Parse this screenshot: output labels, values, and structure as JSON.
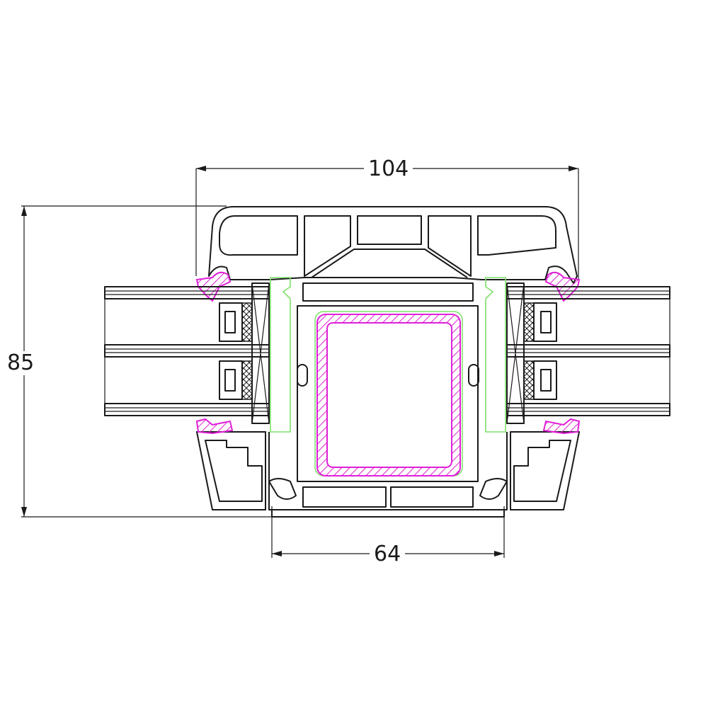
{
  "dimensions": {
    "width_total": "104",
    "height_total": "85",
    "width_core": "64"
  },
  "colors": {
    "outline": "#1a1a1a",
    "gasket": "#e020d8",
    "reinforcement": "#e020d8",
    "glazing_bead": "#7fe06a"
  }
}
